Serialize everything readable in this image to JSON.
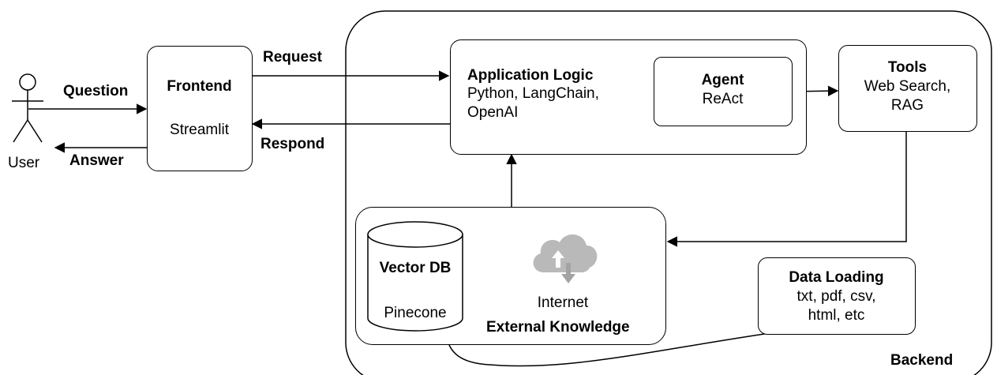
{
  "user": {
    "label": "User"
  },
  "frontend": {
    "title": "Frontend",
    "subtitle": "Streamlit"
  },
  "app_logic": {
    "title": "Application Logic",
    "lines": [
      "Python, LangChain,",
      "OpenAI"
    ]
  },
  "agent": {
    "title": "Agent",
    "subtitle": "ReAct"
  },
  "tools": {
    "title": "Tools",
    "lines": [
      "Web Search,",
      "RAG"
    ]
  },
  "vector_db": {
    "title": "Vector DB",
    "subtitle": "Pinecone"
  },
  "internet": {
    "label": "Internet"
  },
  "external_knowledge": {
    "label": "External Knowledge"
  },
  "data_loading": {
    "title": "Data Loading",
    "lines": [
      "txt, pdf, csv,",
      "html, etc"
    ]
  },
  "backend": {
    "label": "Backend"
  },
  "edges": {
    "question": "Question",
    "answer": "Answer",
    "request": "Request",
    "respond": "Respond"
  },
  "icons": {
    "user": "stick-figure-icon",
    "internet": "cloud-upload-download-icon",
    "database": "cylinder-database-icon"
  }
}
